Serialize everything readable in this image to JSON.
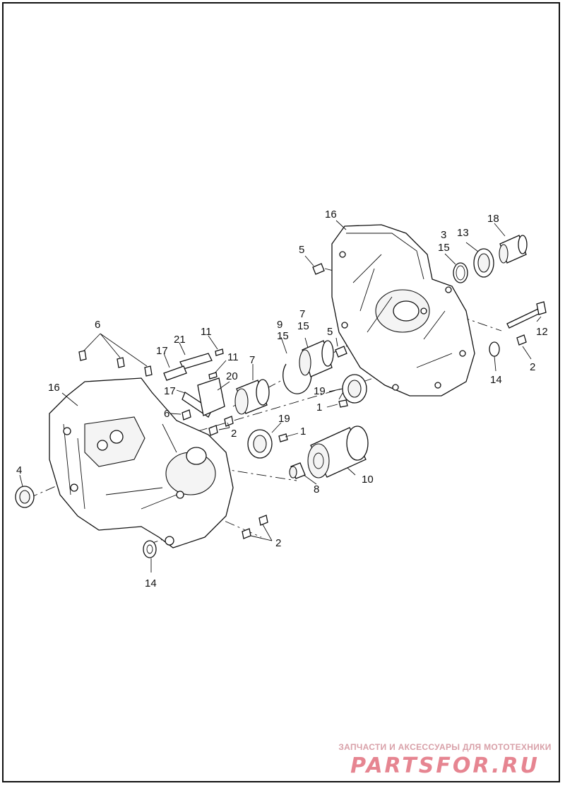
{
  "callouts": {
    "c16_right": "16",
    "c18": "18",
    "c3": "3",
    "c13": "13",
    "c15_right": "15",
    "c5_top": "5",
    "c9": "9",
    "c15_mid": "15",
    "c7_mid": "7",
    "c15_mid2": "15",
    "c5_mid": "5",
    "c12": "12",
    "c2_right": "2",
    "c14_right": "14",
    "c19_mid": "19",
    "c1_mid": "1",
    "c6_top": "6",
    "c21": "21",
    "c11_top": "11",
    "c17_top": "17",
    "c11_mid": "11",
    "c20": "20",
    "c7_left": "7",
    "c16_left": "16",
    "c17_mid": "17",
    "c6_mid": "6",
    "c2_mid": "2",
    "c19_low": "19",
    "c1_low": "1",
    "c4": "4",
    "c8": "8",
    "c10": "10",
    "c2_bottom": "2",
    "c14_bottom": "14"
  },
  "watermark": {
    "tagline": "ЗАПЧАСТИ И АКСЕССУАРЫ ДЛЯ МОТОТЕХНИКИ",
    "brand": "PARTSFOR.RU"
  }
}
